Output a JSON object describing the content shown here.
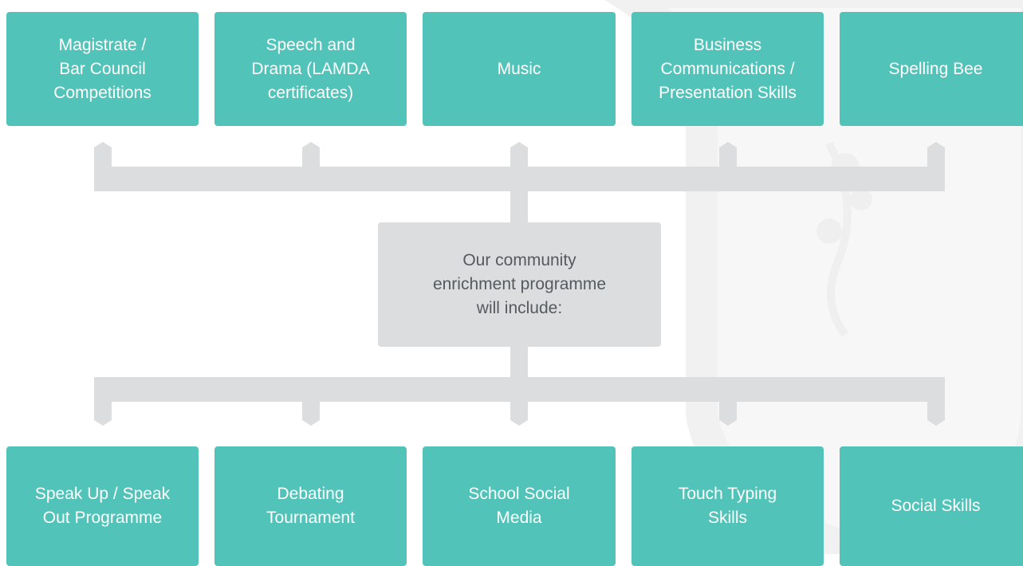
{
  "center": {
    "label": "Our community\nenrichment programme\nwill include:"
  },
  "top_items": [
    {
      "label": "Magistrate /\nBar Council\nCompetitions"
    },
    {
      "label": "Speech and\nDrama (LAMDA\ncertificates)"
    },
    {
      "label": "Music"
    },
    {
      "label": "Business\nCommunications /\nPresentation Skills"
    },
    {
      "label": "Spelling Bee"
    }
  ],
  "bottom_items": [
    {
      "label": "Speak Up / Speak\nOut Programme"
    },
    {
      "label": "Debating\nTournament"
    },
    {
      "label": "School Social\nMedia"
    },
    {
      "label": "Touch Typing\nSkills"
    },
    {
      "label": "Social Skills"
    }
  ],
  "colors": {
    "box": "#51c3b8",
    "connector": "#dcdddf",
    "center_box": "#dcdddf",
    "center_text": "#555a5f",
    "box_text": "#ffffff"
  }
}
